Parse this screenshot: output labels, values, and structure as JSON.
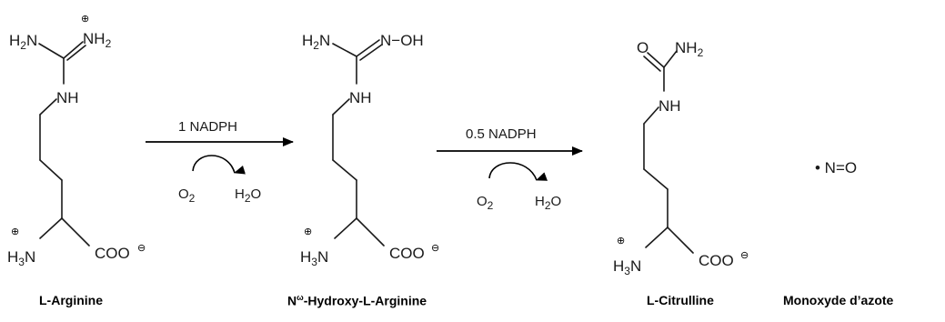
{
  "reaction": {
    "step1": {
      "reagent": "1 NADPH",
      "cosubstrate": "O2",
      "coproduct": "H2O"
    },
    "step2": {
      "reagent": "0.5 NADPH",
      "cosubstrate": "O2",
      "coproduct": "H2O"
    }
  },
  "compounds": {
    "arginine": {
      "name": "L-Arginine"
    },
    "hydroxyarginine": {
      "name_prefix": "N",
      "name_sup": "ω",
      "name_suffix": "-Hydroxy-L-Arginine"
    },
    "citrulline": {
      "name": "L-Citrulline"
    },
    "nitric_oxide": {
      "formula": "• N=O",
      "name": "Monoxyde d’azote"
    }
  },
  "atoms": {
    "h2n_left": "H2N",
    "nh2_plus": "NH2",
    "nh": "NH",
    "h3n": "H3N",
    "coo": "COO",
    "n_oh": "N−OH",
    "o": "O",
    "plus": "⊕",
    "minus": "⊖"
  }
}
